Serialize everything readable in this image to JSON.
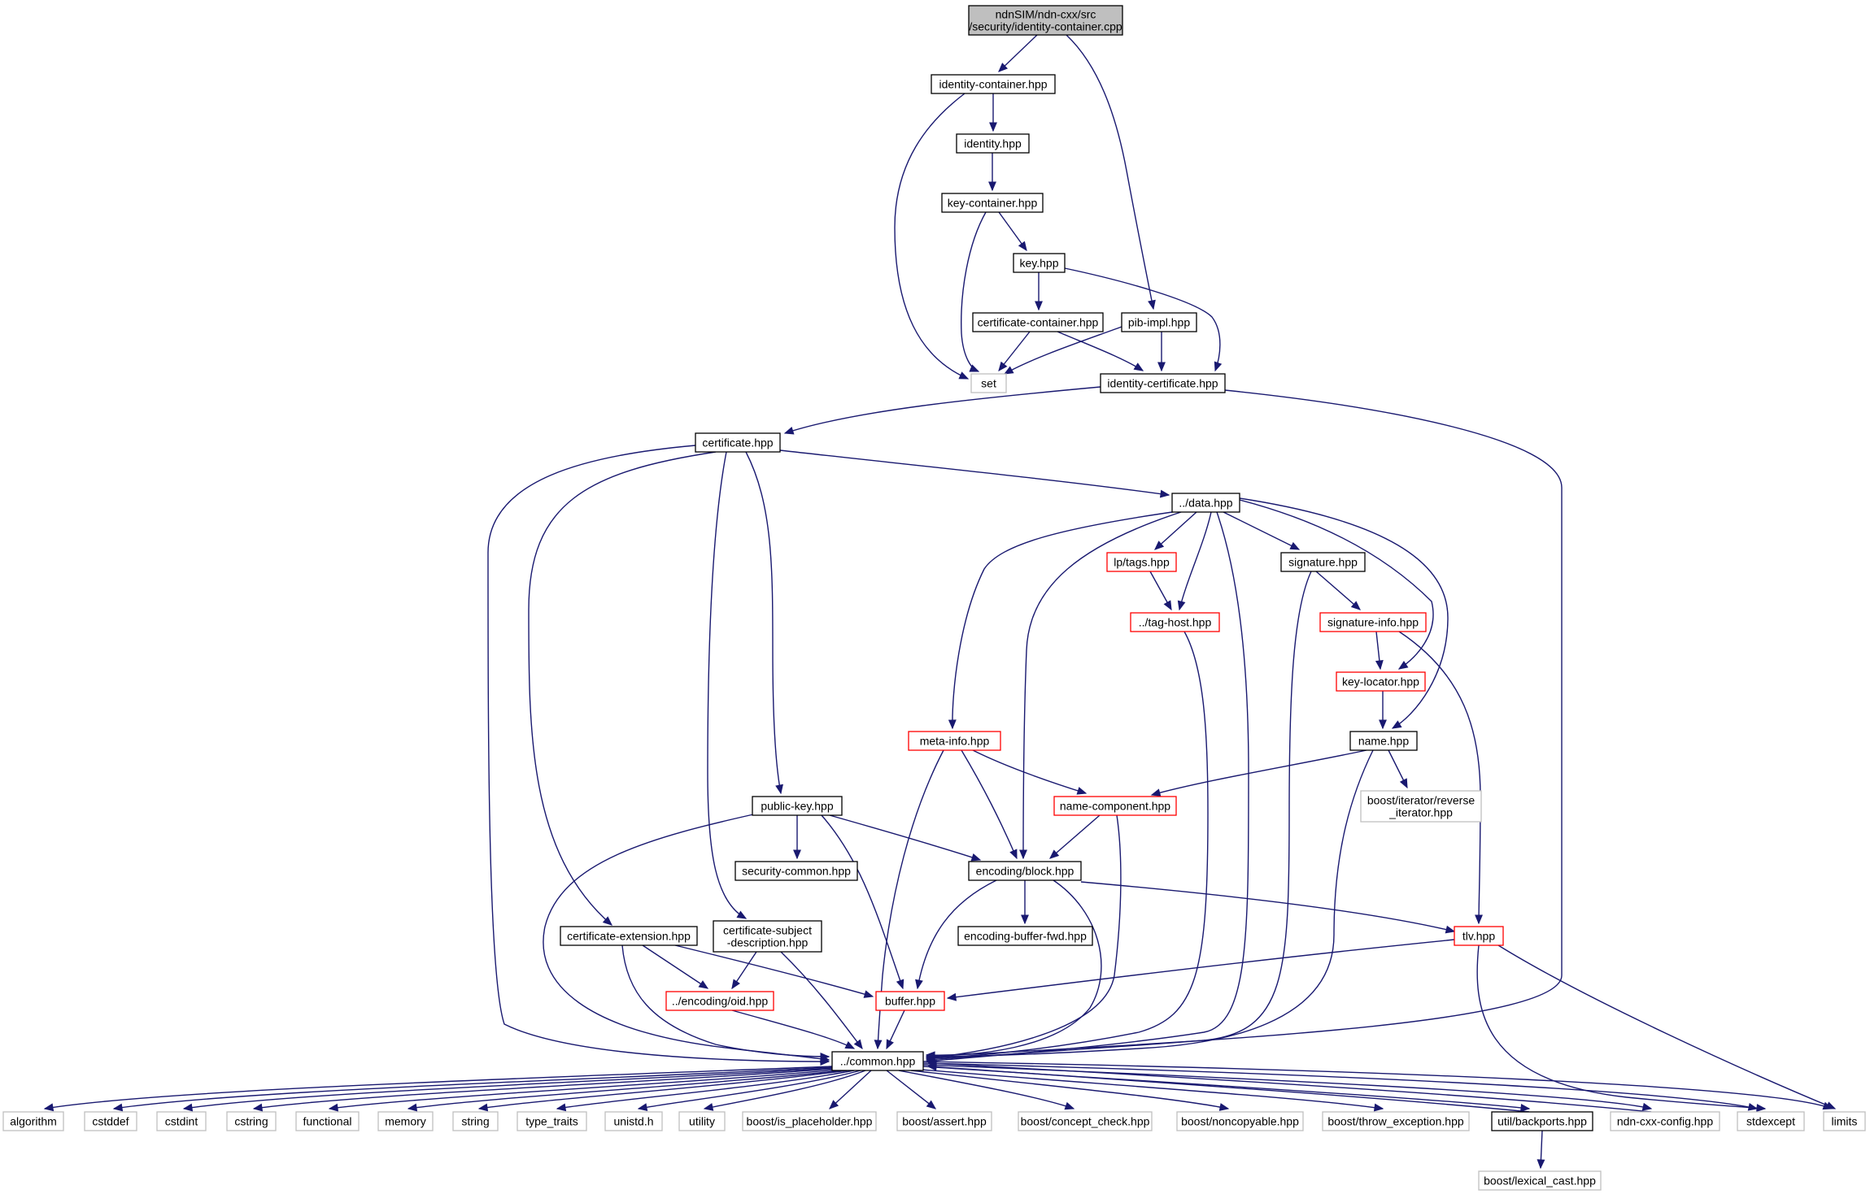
{
  "nodes": {
    "root": "ndnSIM/ndn-cxx/src\n/security/identity-container.cpp",
    "identity_container_hpp": "identity-container.hpp",
    "identity_hpp": "identity.hpp",
    "key_container_hpp": "key-container.hpp",
    "key_hpp": "key.hpp",
    "certificate_container_hpp": "certificate-container.hpp",
    "pib_impl_hpp": "pib-impl.hpp",
    "set": "set",
    "identity_certificate_hpp": "identity-certificate.hpp",
    "certificate_hpp": "certificate.hpp",
    "data_hpp": "../data.hpp",
    "lp_tags_hpp": "lp/tags.hpp",
    "signature_hpp": "signature.hpp",
    "tag_host_hpp": "../tag-host.hpp",
    "signature_info_hpp": "signature-info.hpp",
    "key_locator_hpp": "key-locator.hpp",
    "name_hpp": "name.hpp",
    "meta_info_hpp": "meta-info.hpp",
    "name_component_hpp": "name-component.hpp",
    "reverse_iterator_hpp": "boost/iterator/reverse\n_iterator.hpp",
    "public_key_hpp": "public-key.hpp",
    "security_common_hpp": "security-common.hpp",
    "encoding_block_hpp": "encoding/block.hpp",
    "encoding_buffer_fwd_hpp": "encoding-buffer-fwd.hpp",
    "certificate_extension_hpp": "certificate-extension.hpp",
    "certificate_subject_description_hpp": "certificate-subject\n-description.hpp",
    "tlv_hpp": "tlv.hpp",
    "encoding_oid_hpp": "../encoding/oid.hpp",
    "buffer_hpp": "buffer.hpp",
    "common_hpp": "../common.hpp",
    "algorithm": "algorithm",
    "cstddef": "cstddef",
    "cstdint": "cstdint",
    "cstring": "cstring",
    "functional": "functional",
    "memory": "memory",
    "string": "string",
    "type_traits": "type_traits",
    "unistd_h": "unistd.h",
    "utility": "utility",
    "boost_is_placeholder_hpp": "boost/is_placeholder.hpp",
    "boost_assert_hpp": "boost/assert.hpp",
    "boost_concept_check_hpp": "boost/concept_check.hpp",
    "boost_noncopyable_hpp": "boost/noncopyable.hpp",
    "boost_throw_exception_hpp": "boost/throw_exception.hpp",
    "util_backports_hpp": "util/backports.hpp",
    "ndn_cxx_config_hpp": "ndn-cxx-config.hpp",
    "stdexcept": "stdexcept",
    "limits": "limits",
    "boost_lexical_cast_hpp": "boost/lexical_cast.hpp"
  },
  "colors": {
    "edge": "#191970",
    "root_fill": "#bfbfbf",
    "normal_border": "#000000",
    "red_border": "#ff0000",
    "external_border": "#bfbfbf"
  }
}
